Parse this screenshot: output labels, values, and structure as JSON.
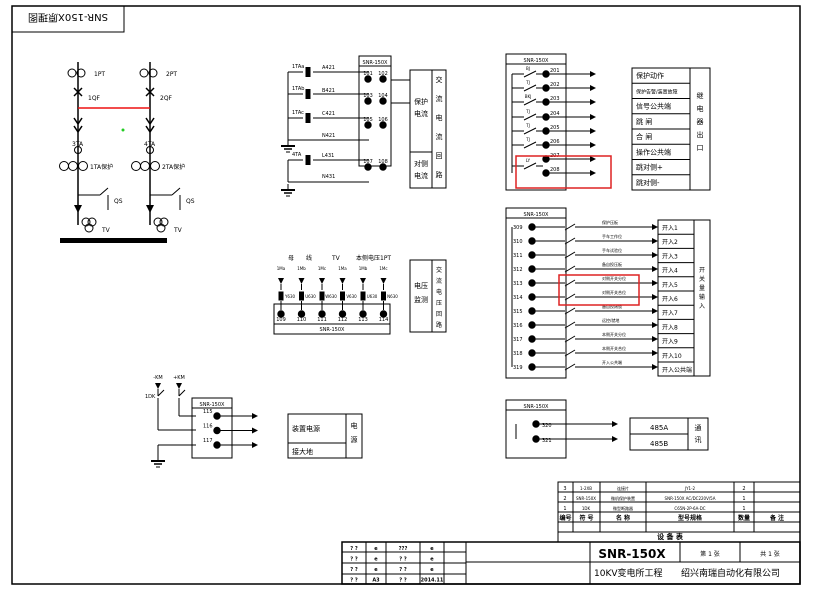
{
  "corner_tag": "SNR-150X原理图",
  "primary": {
    "pt1": "1PT",
    "pt2": "2PT",
    "qf1": "1QF",
    "qf2": "2QF",
    "ta3": "3TA",
    "ta4": "4TA",
    "ta1": "1TA保护",
    "ta2": "2TA保护",
    "qs": [
      "QS",
      "QS"
    ],
    "tv": [
      "TV",
      "TV"
    ]
  },
  "current_block": {
    "device": "SNR-150X",
    "wires": [
      "1TAa",
      "1TAb",
      "1TAc",
      "4TA"
    ],
    "labels": [
      "A421",
      "B421",
      "C421",
      "N421",
      "L431",
      "N431"
    ],
    "terminals": [
      "101",
      "102",
      "103",
      "104",
      "105",
      "106",
      "107",
      "108"
    ],
    "group1": [
      "保护",
      "电流"
    ],
    "group2": [
      "对侧",
      "电流"
    ],
    "side_title": [
      "交",
      "流",
      "电",
      "流",
      "回",
      "路"
    ]
  },
  "relay_block": {
    "device": "SNR-150X",
    "terminals": [
      "201",
      "202",
      "203",
      "204",
      "205",
      "206",
      "207",
      "208"
    ],
    "contacts": [
      "BJ",
      "TJ",
      "BKJ",
      "TJ",
      "TJ",
      "TJ",
      "LY"
    ],
    "rows": [
      "保护动作",
      "保护告警/装置故障",
      "信号公共端",
      "跳 闸",
      "合 闸",
      "操作公共端",
      "跳对侧+",
      "跳对侧-"
    ],
    "side_title": [
      "继",
      "电",
      "器",
      "出",
      "口"
    ]
  },
  "switch_block": {
    "device": "SNR-150X",
    "terminals": [
      "309",
      "310",
      "311",
      "312",
      "313",
      "314",
      "315",
      "316",
      "317",
      "318",
      "319"
    ],
    "contacts": [
      "保护压板",
      "手车工作位",
      "手车试验位",
      "备自投压板",
      "对侧开关分位",
      "对侧开关合位",
      "备自投闭锁",
      "远控/就地",
      "本侧开关分位",
      "本侧开关合位",
      "开入公共端"
    ],
    "rows": [
      "开入1",
      "开入2",
      "开入3",
      "开入4",
      "开入5",
      "开入6",
      "开入7",
      "开入8",
      "开入9",
      "开入10",
      "开入公共端"
    ],
    "side_title": [
      "开",
      "关",
      "量",
      "输",
      "入"
    ]
  },
  "voltage_block": {
    "device": "SNR-150X",
    "header": [
      "母",
      "线",
      "TV",
      "本侧电压1PT"
    ],
    "wires": [
      "1Ma",
      "1Mb",
      "1Mc",
      "1Ma",
      "1Mb",
      "1Mc"
    ],
    "fuses": [
      "Y630",
      "U630",
      "W630",
      "V630",
      "U630",
      "N630"
    ],
    "terminals": [
      "109",
      "110",
      "111",
      "112",
      "113",
      "114"
    ],
    "group": [
      "电压",
      "监测"
    ],
    "side_title": [
      "交",
      "流",
      "电",
      "压",
      "回",
      "路"
    ]
  },
  "power_block": {
    "device": "SNR-150X",
    "inputs": [
      "-KM",
      "+KM"
    ],
    "fuse": "1DK",
    "terminals": [
      "115",
      "116",
      "117"
    ],
    "rows": [
      "装置电源",
      "接大地"
    ],
    "side_title": [
      "电",
      "源"
    ]
  },
  "comm_block": {
    "device": "SNR-150X",
    "terminals": [
      "320",
      "321"
    ],
    "rows": [
      "485A",
      "485B"
    ],
    "side_title": [
      "通",
      "讯"
    ]
  },
  "bom": {
    "rows": [
      {
        "no": "3",
        "code": "1-2XB",
        "name": "连接片",
        "spec": "JY1-2",
        "qty": "2",
        "note": ""
      },
      {
        "no": "2",
        "code": "SNR-150X",
        "name": "微机保护装置",
        "spec": "SNR-150X AC/DC220V/5A",
        "qty": "1",
        "note": ""
      },
      {
        "no": "1",
        "code": "1DK",
        "name": "微型断路器",
        "spec": "C65N-2P-6A-DC",
        "qty": "1",
        "note": ""
      }
    ],
    "header": [
      "编号",
      "符 号",
      "名  称",
      "型号规格",
      "数量",
      "备 注"
    ],
    "caption": "设  备  表"
  },
  "title_block": {
    "left": [
      [
        "? ?",
        "e",
        "???",
        "e"
      ],
      [
        "? ?",
        "e",
        "? ?",
        "e"
      ],
      [
        "? ?",
        "e",
        "? ?",
        "e"
      ],
      [
        "? ?",
        "A3",
        "? ?",
        "2014.11"
      ]
    ],
    "model": "SNR-150X",
    "sheet": "第 1 张",
    "total": "共 1 张",
    "project": "10KV变电所工程",
    "company": "绍兴南瑞自动化有限公司"
  },
  "colors": {
    "highlight": "#dd2222",
    "red_bus": "#ee1111",
    "green_dot": "#22cc22"
  }
}
